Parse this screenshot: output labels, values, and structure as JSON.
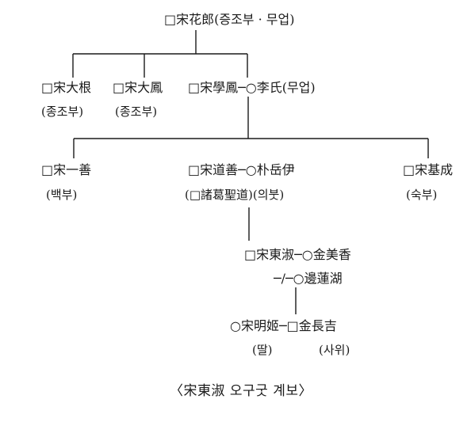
{
  "title": "〈宋東淑 오구굿 계보〉",
  "nodes": {
    "grandfather": "□宋花郎(증조부 · 무업)",
    "uncle1": "□宋大根",
    "uncle1_rel": "(종조부)",
    "uncle2": "□宋大鳳",
    "uncle2_rel": "(종조부)",
    "grandfather2": "□宋學鳳─○李氏(무업)",
    "son1": "□宋一善",
    "son1_rel": "(백부)",
    "son2": "□宋道善─○朴岳伊",
    "son2_rel": "(□諸葛聖道)(의붓)",
    "son3": "□宋基成",
    "son3_rel": "(숙부)",
    "ego": "□宋東淑─○金美香",
    "ego_second": "─/─○邊蓮湖",
    "daughter": "○宋明姬─□金長吉",
    "daughter_rel1": "(딸)",
    "daughter_rel2": "(사위)"
  }
}
